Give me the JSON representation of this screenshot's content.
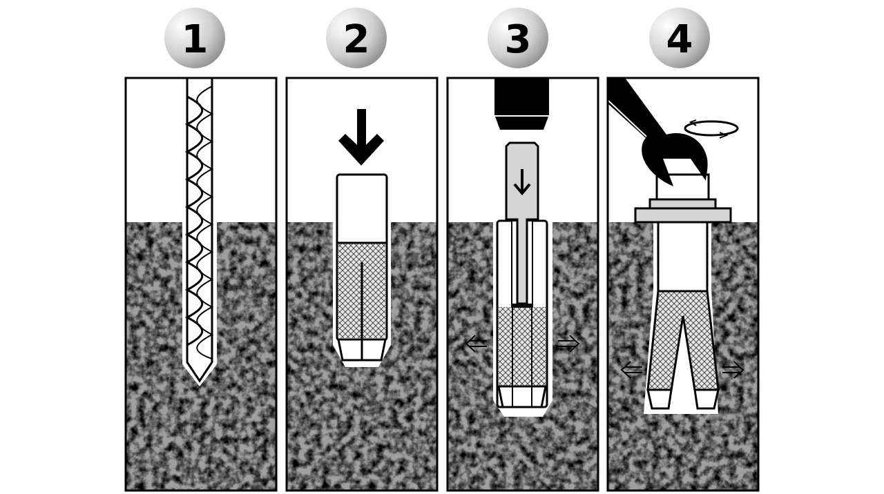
{
  "steps": [
    {
      "number": "1",
      "action": "drill-hole"
    },
    {
      "number": "2",
      "action": "insert-anchor"
    },
    {
      "number": "3",
      "action": "hammer-setting-pin"
    },
    {
      "number": "4",
      "action": "tighten-nut-with-wrench"
    }
  ],
  "colors": {
    "concrete": "#9a9a9a",
    "outline": "#000000",
    "fill_gray": "#d4d4d4"
  },
  "icons": [
    "down-arrow-icon",
    "expand-arrow-icon",
    "rotate-icon",
    "wrench-icon",
    "hammer-icon",
    "drill-bit-icon"
  ]
}
